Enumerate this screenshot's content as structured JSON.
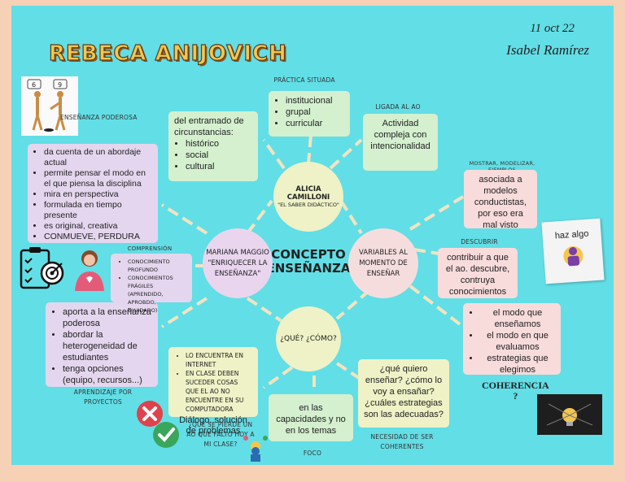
{
  "header": {
    "title": "REBECA ANIJOVICH",
    "date": "11 oct 22",
    "author": "Isabel Ramírez"
  },
  "center": {
    "line1": "CONCEPTO",
    "line2": "ENSEÑANZA"
  },
  "nodes": {
    "camilloni": {
      "name": "ALICIA CAMILLONI",
      "sub": "\"EL SABER DIDÁCTICO\""
    },
    "maggio": {
      "line1": "MARIANA MAGGIO",
      "line2": "\"ENRIQUECER LA",
      "line3": "ENSEÑANZA\""
    },
    "variables": {
      "line1": "VARIABLES AL",
      "line2": "MOMENTO DE",
      "line3": "ENSEÑAR"
    },
    "que_como": {
      "label": "¿QUÉ? ¿CÓMO?"
    }
  },
  "labels": {
    "practica": "PRÁCTICA SITUADA",
    "ligada": "LIGADA AL AO",
    "mostrar": "MOSTRAR, MODELIZAR, EJEMPLOS",
    "describir": "DESCUBRIR",
    "poderosa": "ENSEÑANZA PODEROSA",
    "comprension": "COMPRENSIÓN",
    "aprendizaje": "APRENDIZAJE POR PROYECTOS",
    "foco": "FOCO",
    "necesidad": "NECESIDAD DE SER COHERENTES",
    "coherencia": "COHERENCIA",
    "coherencia_q": "?",
    "haz_algo": "haz algo",
    "pierde": "¿QUÉ SE PIERDE UN AO QUE FALTÓ HOY A MI CLASE?"
  },
  "boxes": {
    "entramado": {
      "intro": "del entramado de circunstancias:",
      "items": [
        "histórico",
        "social",
        "cultural"
      ]
    },
    "situada": {
      "items": [
        "institucional",
        "grupal",
        "curricular"
      ]
    },
    "actividad": {
      "text": "Actividad compleja con intencionalidad"
    },
    "conductistas": {
      "text": "asociada a modelos conductistas, por eso era mal visto"
    },
    "contribuir": {
      "text": "contribuir a que el ao. descubre, contruya conocimientos"
    },
    "modo": {
      "items": [
        "el modo que enseñamos",
        "el modo en que evaluamos",
        "estrategias que elegimos"
      ]
    },
    "preguntas": {
      "text": "¿qué quiero enseñar? ¿cómo lo voy a ensañar? ¿cuáles estrategias son las adecuadas?"
    },
    "capacidades": {
      "text": "en las capacidades y no en los temas"
    },
    "internet": {
      "items": [
        "LO ENCUENTRA EN INTERNET",
        "EN CLASE DEBEN SUCEDER COSAS QUE EL AO NO ENCUENTRE EN SU COMPUTADORA"
      ],
      "tail": "Diálogo, solución de problemas"
    },
    "proyectos": {
      "items": [
        "aporta a la enseñanza poderosa",
        "abordar la heterogeneidad de estudiantes",
        "tenga opciones (equipo, recursos...)"
      ]
    },
    "comprension": {
      "items": [
        "CONOCIMIENTO PROFUNDO",
        "CONOCIMIENTOS FRÁGILES (APRENDIDO, APROBDO, OLVIDADO)"
      ]
    },
    "poderosa": {
      "items": [
        "da cuenta de un abordaje actual",
        "permite pensar el modo en el que piensa la disciplina",
        "mira en perspectiva",
        "formulada en tiempo presente",
        "es original, creativa",
        "CONMUEVE, PERDURA"
      ]
    }
  },
  "icons": {
    "bubble_left": "6",
    "bubble_right": "9"
  },
  "colors": {
    "board": "#62dee6",
    "frame": "#f6d1b6",
    "green_box": "#d4f0cf",
    "pink_box": "#f8dbdb",
    "lilac_box": "#e4d6ee",
    "cream": "#eef2c6"
  }
}
